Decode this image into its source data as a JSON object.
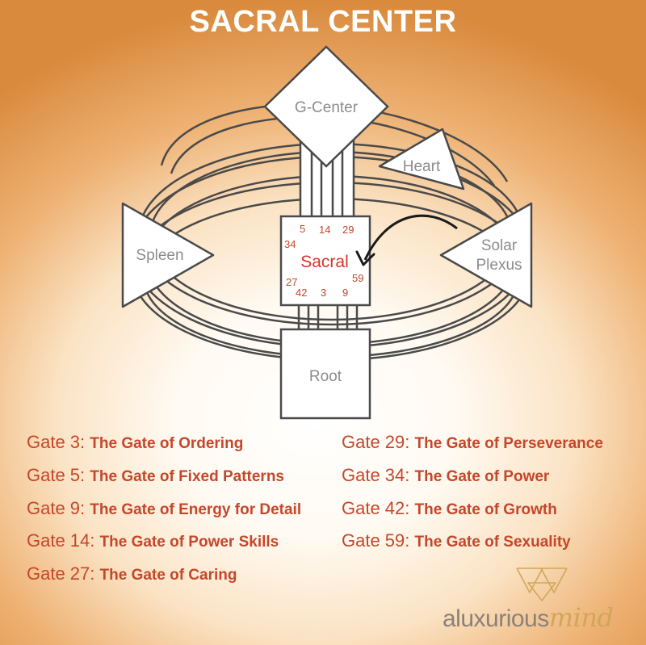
{
  "title": "SACRAL CENTER",
  "centers": {
    "g_center": "G-Center",
    "heart": "Heart",
    "spleen": "Spleen",
    "solar_plexus_line1": "Solar",
    "solar_plexus_line2": "Plexus",
    "sacral": "Sacral",
    "root": "Root"
  },
  "sacral_gates": {
    "g5": "5",
    "g14": "14",
    "g29": "29",
    "g34": "34",
    "g27": "27",
    "g42": "42",
    "g3": "3",
    "g9": "9",
    "g59": "59"
  },
  "gates_left": [
    {
      "label": "Gate 3:",
      "name": "The Gate of Ordering"
    },
    {
      "label": "Gate 5:",
      "name": "The Gate of Fixed Patterns"
    },
    {
      "label": "Gate 9:",
      "name": "The Gate of Energy for Detail"
    },
    {
      "label": "Gate 14:",
      "name": "The Gate of Power Skills"
    },
    {
      "label": "Gate 27:",
      "name": "The Gate of Caring"
    }
  ],
  "gates_right": [
    {
      "label": "Gate 29:",
      "name": "The Gate of Perseverance"
    },
    {
      "label": "Gate 34:",
      "name": "The Gate of Power"
    },
    {
      "label": "Gate 42:",
      "name": "The Gate of Growth"
    },
    {
      "label": "Gate 59:",
      "name": "The Gate of Sexuality"
    }
  ],
  "brand": {
    "part1": "aluxurious",
    "part2": "mind"
  },
  "colors": {
    "accent": "#c4472b",
    "sacral_label": "#d8332a",
    "shape_stroke": "#4a4a4a",
    "shape_fill": "#ffffff",
    "label_gray": "#8c8c8c"
  }
}
